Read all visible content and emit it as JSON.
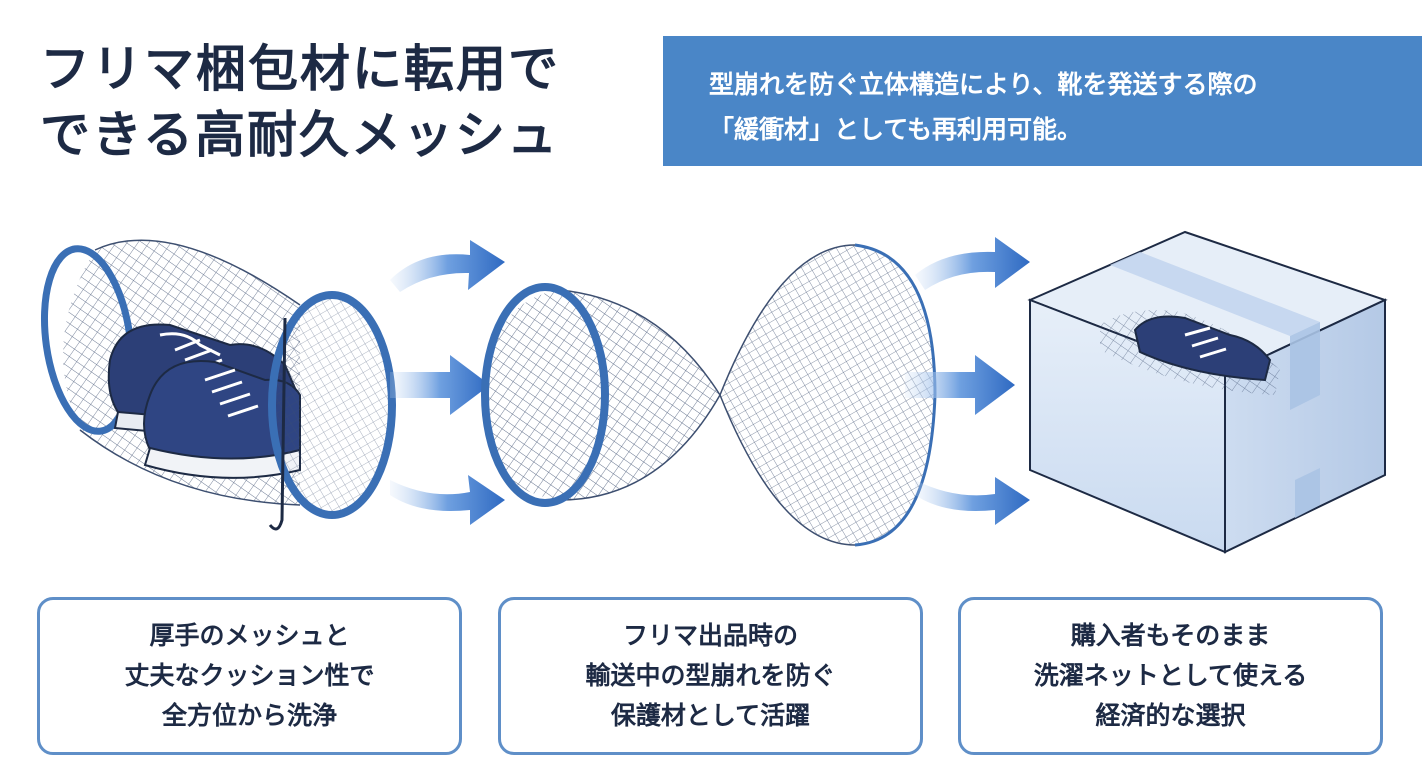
{
  "title": {
    "line1": "フリマ梱包材に転用で",
    "line2": "できる高耐久メッシュ"
  },
  "banner": {
    "line1": "型崩れを防ぐ立体構造により、靴を発送する際の",
    "line2": "「緩衝材」としても再利用可能。"
  },
  "cards": [
    {
      "line1": "厚手のメッシュと",
      "line2": "丈夫なクッション性で",
      "line3": "全方位から洗浄"
    },
    {
      "line1": "フリマ出品時の",
      "line2": "輸送中の型崩れを防ぐ",
      "line3": "保護材として活躍"
    },
    {
      "line1": "購入者もそのまま",
      "line2": "洗濯ネットとして使える",
      "line3": "経済的な選択"
    }
  ],
  "colors": {
    "navy": "#1d2a44",
    "accent": "#4a86c7",
    "mesh_rim": "#3a6fb5",
    "arrow": "#3f7bd0",
    "box": "#dbe7f5"
  }
}
